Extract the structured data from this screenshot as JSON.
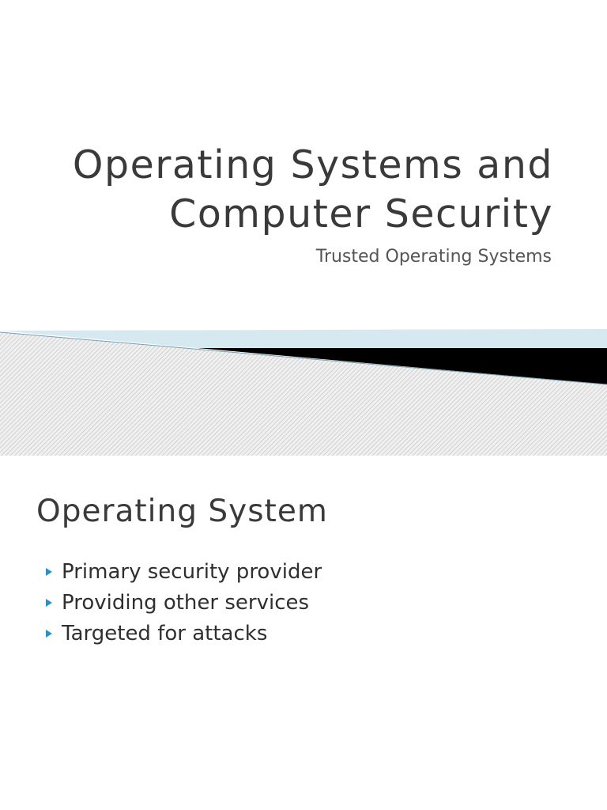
{
  "slide1": {
    "title_line1": "Operating Systems and",
    "title_line2": "Computer Security",
    "subtitle": "Trusted Operating Systems"
  },
  "slide2": {
    "heading": "Operating System",
    "bullets": [
      "Primary security provider",
      "Providing other services",
      "Targeted for attacks"
    ],
    "bullet_icon": "triangle-right-icon"
  },
  "colors": {
    "title_text": "#3a3a3a",
    "bullet_accent": "#2e8fc2",
    "band_light_blue": "#d6e8f0",
    "band_dark": "#000000",
    "hatch_base": "#e6e6e6"
  }
}
